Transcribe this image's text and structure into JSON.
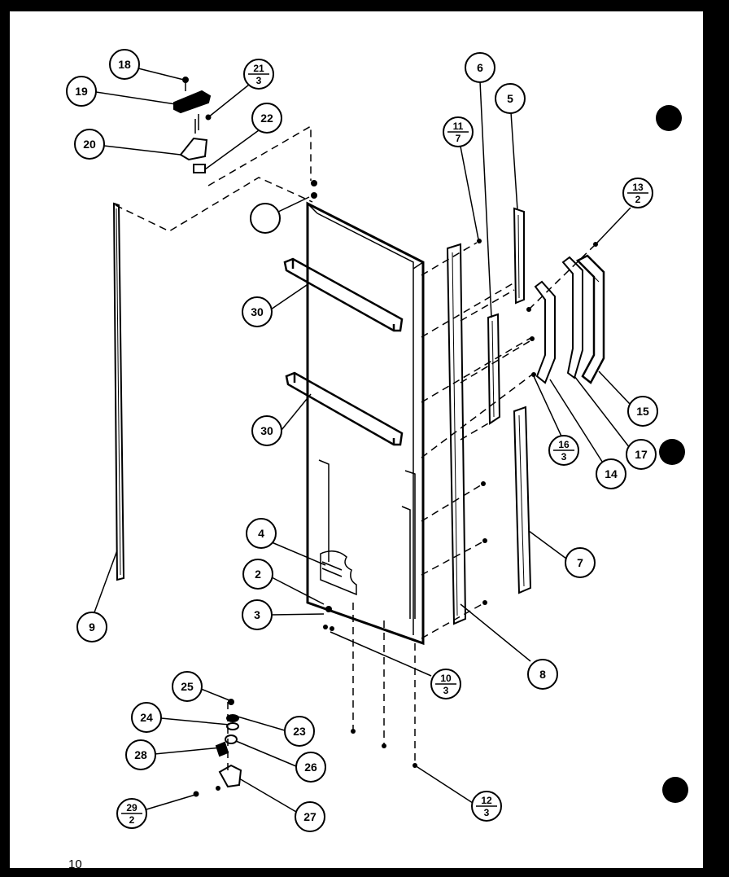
{
  "diagram": {
    "page_number": "10",
    "callouts": [
      {
        "id": "c18",
        "label": "18"
      },
      {
        "id": "c19",
        "label": "19"
      },
      {
        "id": "c20",
        "label": "20"
      },
      {
        "id": "c21",
        "label": "21",
        "sub": "3"
      },
      {
        "id": "c22",
        "label": "22"
      },
      {
        "id": "c6",
        "label": "6"
      },
      {
        "id": "c5",
        "label": "5"
      },
      {
        "id": "c11",
        "label": "11",
        "sub": "7"
      },
      {
        "id": "c13a",
        "label": "13",
        "sub": "2"
      },
      {
        "id": "c30a",
        "label": "30"
      },
      {
        "id": "c30b",
        "label": "30"
      },
      {
        "id": "c15",
        "label": "15"
      },
      {
        "id": "c16",
        "label": "16",
        "sub": "3"
      },
      {
        "id": "c14",
        "label": "14"
      },
      {
        "id": "c17",
        "label": "17"
      },
      {
        "id": "c7",
        "label": "7"
      },
      {
        "id": "c4",
        "label": "4"
      },
      {
        "id": "c2",
        "label": "2"
      },
      {
        "id": "c3",
        "label": "3"
      },
      {
        "id": "c9",
        "label": "9"
      },
      {
        "id": "c10",
        "label": "10",
        "sub": "3"
      },
      {
        "id": "c8",
        "label": "8"
      },
      {
        "id": "c25",
        "label": "25"
      },
      {
        "id": "c24",
        "label": "24"
      },
      {
        "id": "c23",
        "label": "23"
      },
      {
        "id": "c28",
        "label": "28"
      },
      {
        "id": "c26",
        "label": "26"
      },
      {
        "id": "c29",
        "label": "29",
        "sub": "2"
      },
      {
        "id": "c27",
        "label": "27"
      },
      {
        "id": "c12",
        "label": "12",
        "sub": "3"
      },
      {
        "id": "c1",
        "label": ""
      }
    ]
  }
}
